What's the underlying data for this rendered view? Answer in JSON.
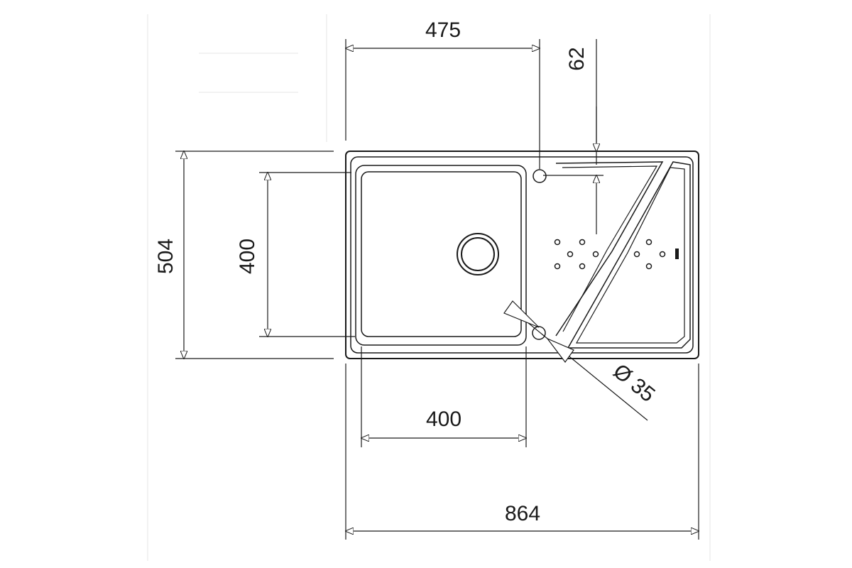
{
  "diagram": {
    "colors": {
      "ink": "#1a1a1a",
      "background": "#ffffff",
      "faint_guide": "#e6e6e6"
    },
    "dimensions": {
      "top_width": "475",
      "offset_62": "62",
      "overall_height": "504",
      "bowl_height": "400",
      "bowl_width": "400",
      "overall_width": "864",
      "hole_diameter": "Ø 35"
    }
  }
}
